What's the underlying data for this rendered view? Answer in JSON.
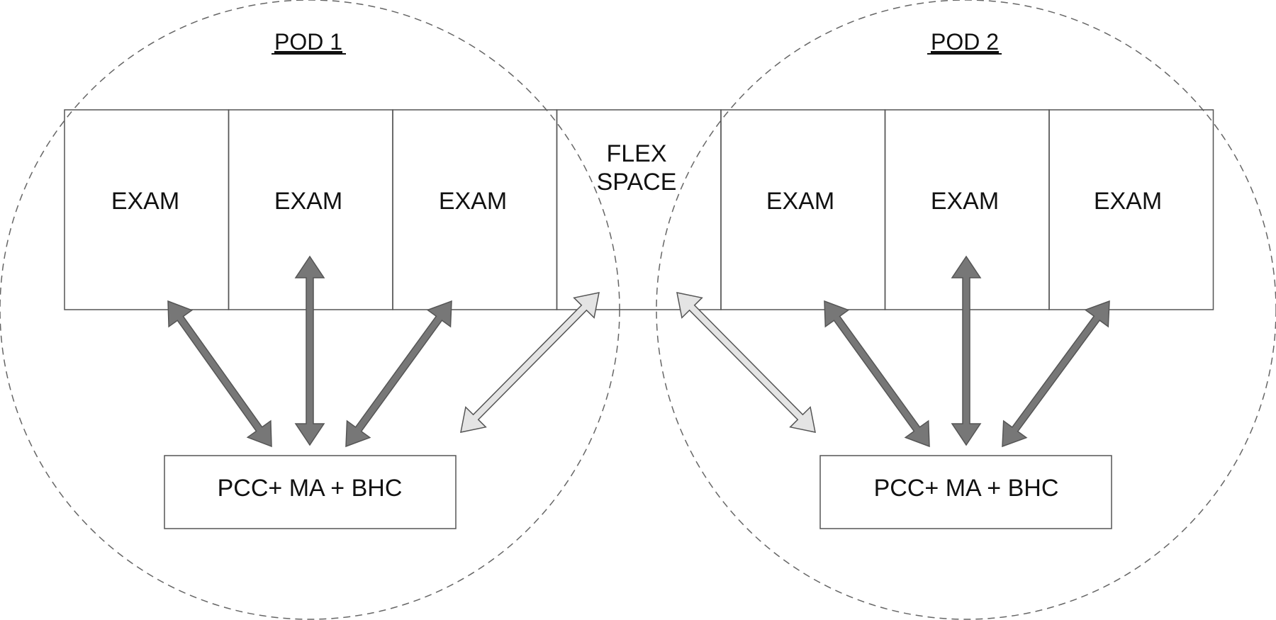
{
  "pods": [
    {
      "title": "POD 1",
      "team_label": "PCC+ MA + BHC"
    },
    {
      "title": "POD 2",
      "team_label": "PCC+ MA + BHC"
    }
  ],
  "rooms": [
    {
      "label": "EXAM"
    },
    {
      "label": "EXAM"
    },
    {
      "label": "EXAM"
    },
    {
      "label_lines": [
        "FLEX",
        "SPACE"
      ]
    },
    {
      "label": "EXAM"
    },
    {
      "label": "EXAM"
    },
    {
      "label": "EXAM"
    }
  ],
  "colors": {
    "stroke": "#555555",
    "dashed_circle": "#666666",
    "arrow_dark": "#777777",
    "arrow_light": "#e4e4e4"
  }
}
